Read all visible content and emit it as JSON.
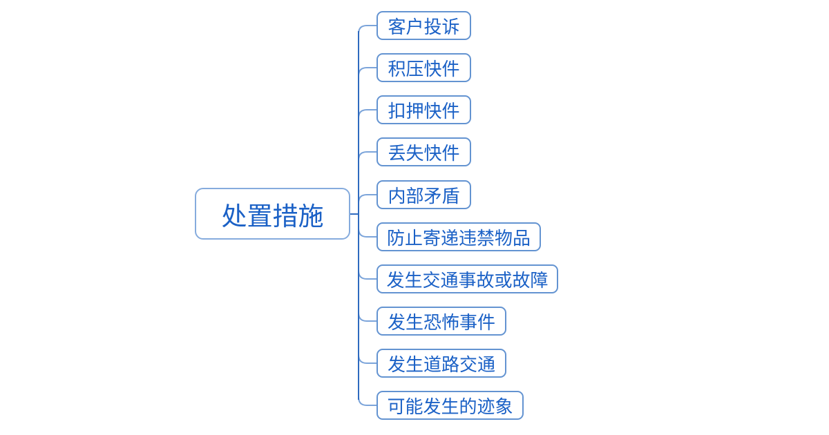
{
  "diagram": {
    "type": "mindmap",
    "root": {
      "label": "处置措施"
    },
    "children": [
      {
        "label": "客户投诉"
      },
      {
        "label": "积压快件"
      },
      {
        "label": "扣押快件"
      },
      {
        "label": "丢失快件"
      },
      {
        "label": "内部矛盾"
      },
      {
        "label": "防止寄递违禁物品"
      },
      {
        "label": "发生交通事故或故障"
      },
      {
        "label": "发生恐怖事件"
      },
      {
        "label": "发生道路交通"
      },
      {
        "label": "可能发生的迹象"
      }
    ],
    "colors": {
      "background": "#ffffff",
      "root_border": "#85abdd",
      "child_border": "#6393d1",
      "text": "#1b61c6",
      "spine_line": "#2e6abf",
      "branch_line": "#7ba4da"
    }
  }
}
